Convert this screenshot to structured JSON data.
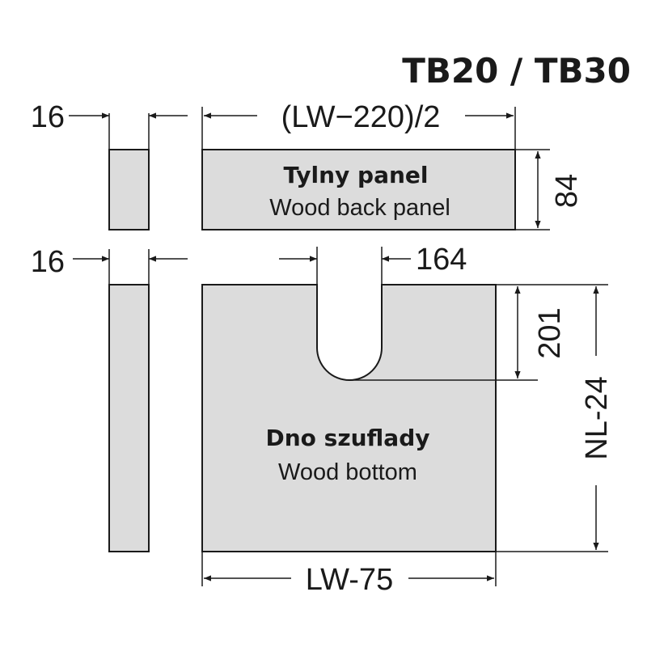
{
  "title": "TB20 / TB30",
  "colors": {
    "panel_fill": "#dcdcdc",
    "line": "#1a1a1a"
  },
  "back_panel": {
    "label_pl": "Tylny panel",
    "label_en": "Wood back panel",
    "width_dim": "(LW−220)/2",
    "height_dim": "84",
    "thickness_dim": "16"
  },
  "bottom_panel": {
    "label_pl": "Dno szuflady",
    "label_en": "Wood bottom",
    "width_dim": "LW-75",
    "depth_dim": "NL-24",
    "slot_width_dim": "164",
    "slot_depth_dim": "201",
    "thickness_dim": "16"
  }
}
